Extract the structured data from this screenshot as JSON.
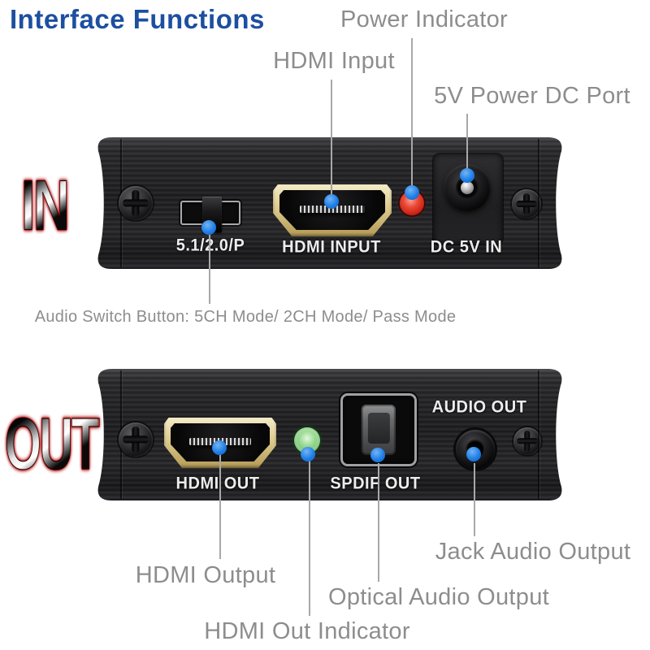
{
  "title": "Interface Functions",
  "colors": {
    "title_blue": "#1d4fa0",
    "label_gray": "#8d8d8d",
    "leader_line": "#a8a8a8",
    "callout_dot_blue": "#1f7fe8",
    "power_led_red": "#d8301f",
    "hdmi_led_green": "#84cb80",
    "hdmi_port_gold": "#ddcb8e",
    "panel_black": "#232326"
  },
  "in_section": {
    "side_label": "IN",
    "callouts": {
      "power_indicator": "Power Indicator",
      "hdmi_input": "HDMI Input",
      "dc_port": "5V Power DC Port",
      "audio_switch_note": "Audio Switch Button: 5CH Mode/ 2CH Mode/ Pass Mode"
    },
    "panel_labels": {
      "switch": "5.1/2.0/P",
      "hdmi": "HDMI INPUT",
      "dc": "DC 5V IN"
    }
  },
  "out_section": {
    "side_label": "OUT",
    "callouts": {
      "hdmi_output": "HDMI Output",
      "hdmi_out_indicator": "HDMI Out Indicator",
      "optical_audio_output": "Optical Audio Output",
      "jack_audio_output": "Jack Audio Output"
    },
    "panel_labels": {
      "hdmi": "HDMI OUT",
      "spdif": "SPDIF OUT",
      "audio": "AUDIO OUT"
    }
  }
}
